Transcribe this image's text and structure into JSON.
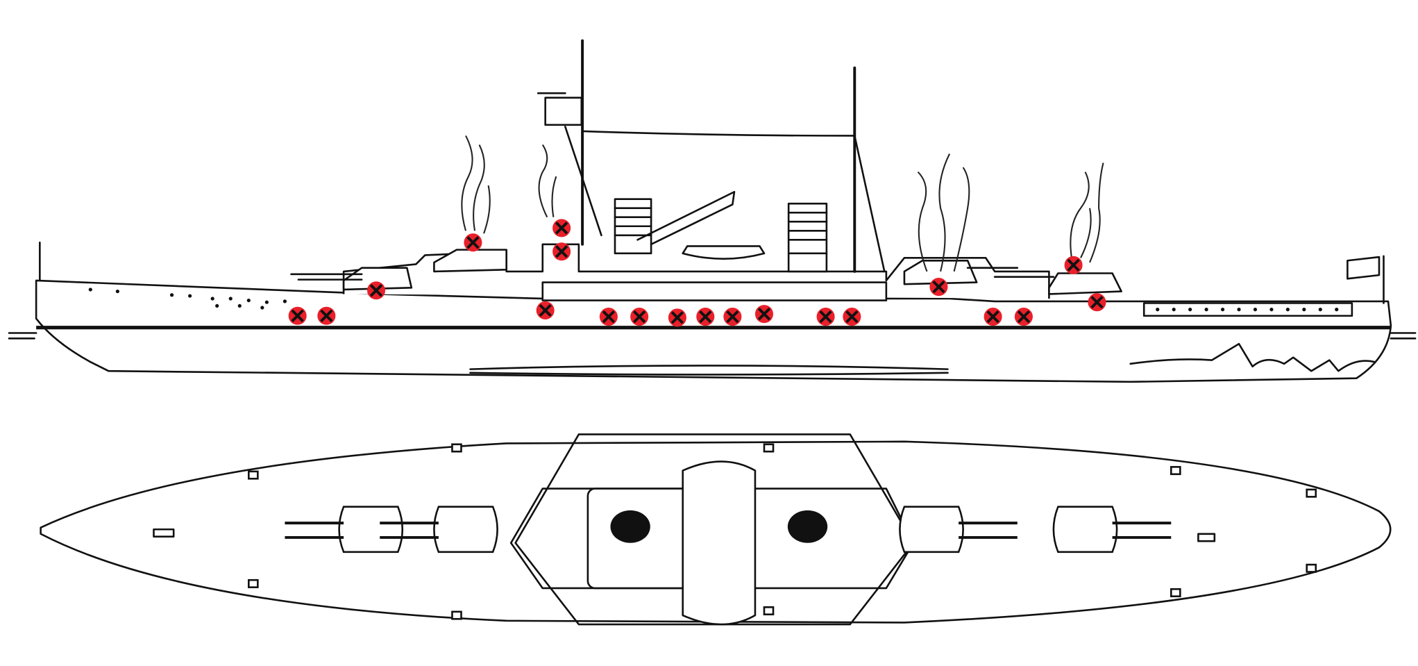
{
  "diagram": {
    "views": [
      "side-profile",
      "top-plan"
    ],
    "hit_marker_count": 20
  },
  "colors": {
    "line": "#111111",
    "background": "#ffffff",
    "hit_marker_fill": "#e8202a",
    "hit_marker_cross": "#111111"
  }
}
